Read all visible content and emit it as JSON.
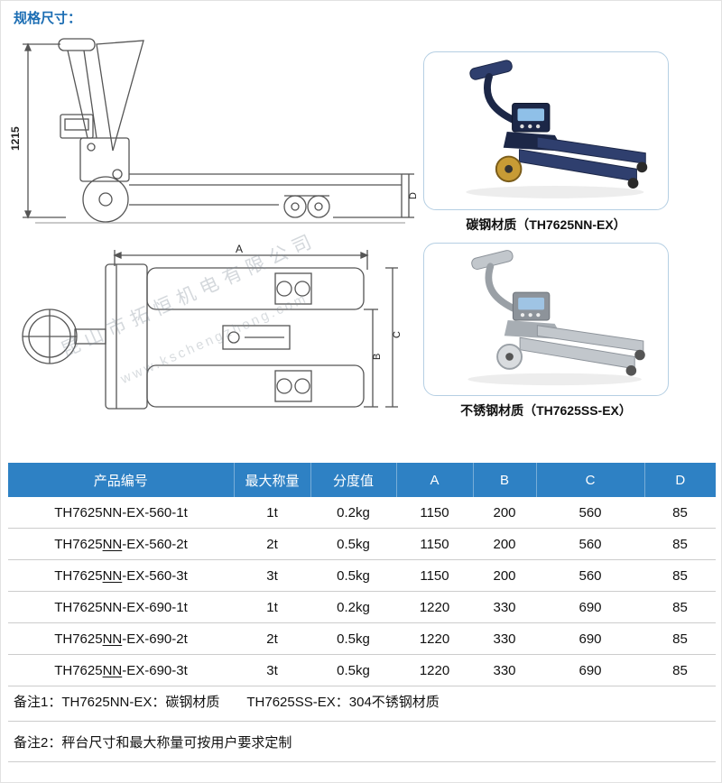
{
  "page_title": "规格尺寸：",
  "drawings": {
    "watermark_line1": "昆山市拓恒机电有限公司",
    "watermark_line2": "www.kschengzhong.com",
    "side_view_height_dim": "1215",
    "dim_a": "A",
    "dim_b": "B",
    "dim_c": "C",
    "dim_d": "D"
  },
  "products": [
    {
      "caption": "碳钢材质（TH7625NN-EX）",
      "material": "carbon-steel",
      "main_color": "#2f3f6e"
    },
    {
      "caption": "不锈钢材质（TH7625SS-EX）",
      "material": "stainless-steel",
      "main_color": "#c2c7cc"
    }
  ],
  "table": {
    "headers": [
      "产品编号",
      "最大称量",
      "分度值",
      "A",
      "B",
      "C",
      "D"
    ],
    "rows": [
      {
        "code": "TH7625NN-EX-560-1t",
        "nn_underlined": false,
        "cells": [
          "1t",
          "0.2kg",
          "1150",
          "200",
          "560",
          "85"
        ]
      },
      {
        "code": "TH7625NN-EX-560-2t",
        "nn_underlined": true,
        "cells": [
          "2t",
          "0.5kg",
          "1150",
          "200",
          "560",
          "85"
        ]
      },
      {
        "code": "TH7625NN-EX-560-3t",
        "nn_underlined": true,
        "cells": [
          "3t",
          "0.5kg",
          "1150",
          "200",
          "560",
          "85"
        ]
      },
      {
        "code": "TH7625NN-EX-690-1t",
        "nn_underlined": false,
        "cells": [
          "1t",
          "0.2kg",
          "1220",
          "330",
          "690",
          "85"
        ]
      },
      {
        "code": "TH7625NN-EX-690-2t",
        "nn_underlined": true,
        "cells": [
          "2t",
          "0.5kg",
          "1220",
          "330",
          "690",
          "85"
        ]
      },
      {
        "code": "TH7625NN-EX-690-3t",
        "nn_underlined": true,
        "cells": [
          "3t",
          "0.5kg",
          "1220",
          "330",
          "690",
          "85"
        ]
      }
    ]
  },
  "notes": [
    "备注1：TH7625NN-EX：碳钢材质　　TH7625SS-EX：304不锈钢材质",
    "备注2：秤台尺寸和最大称量可按用户要求定制"
  ],
  "colors": {
    "title_blue": "#1b6db3",
    "table_header_blue": "#2e81c4",
    "carbon_steel_blue": "#2f3f6e",
    "stainless_gray": "#c2c7cc",
    "wheel_yellow": "#c79b35"
  }
}
